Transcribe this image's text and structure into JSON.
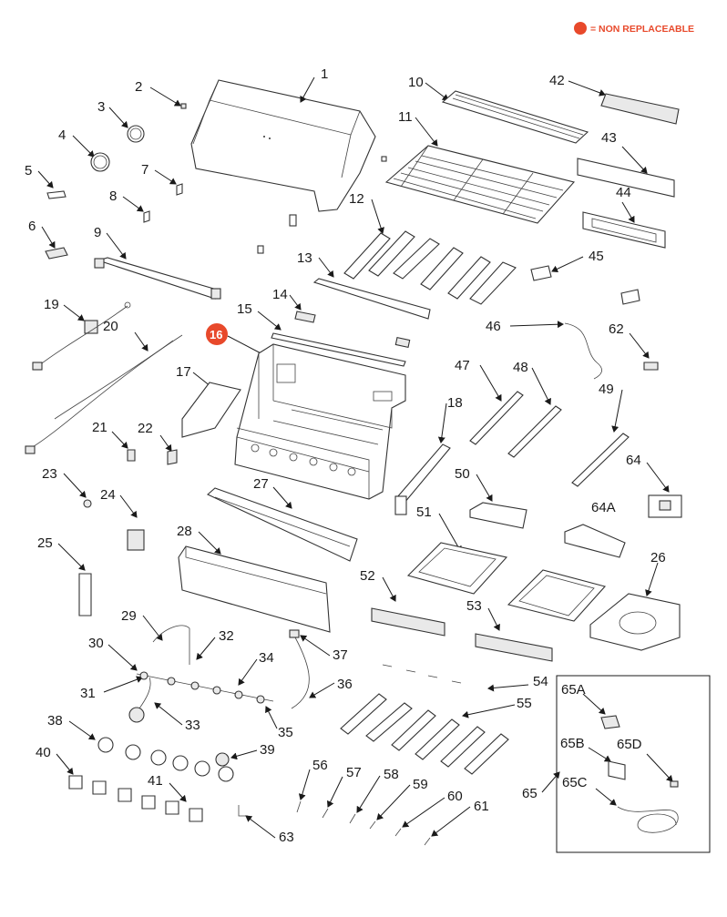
{
  "legend": {
    "text": "= NON REPLACEABLE",
    "color": "#e8492b"
  },
  "highlight": {
    "label": "16",
    "color": "#e8492b"
  },
  "labels": {
    "l1": "1",
    "l2": "2",
    "l3": "3",
    "l4": "4",
    "l5": "5",
    "l6": "6",
    "l7": "7",
    "l8": "8",
    "l9": "9",
    "l10": "10",
    "l11": "11",
    "l12": "12",
    "l13": "13",
    "l14": "14",
    "l15": "15",
    "l17": "17",
    "l18": "18",
    "l19": "19",
    "l20": "20",
    "l21": "21",
    "l22": "22",
    "l23": "23",
    "l24": "24",
    "l25": "25",
    "l26": "26",
    "l27": "27",
    "l28": "28",
    "l29": "29",
    "l30": "30",
    "l31": "31",
    "l32": "32",
    "l33": "33",
    "l34": "34",
    "l35": "35",
    "l36": "36",
    "l37": "37",
    "l38": "38",
    "l39": "39",
    "l40": "40",
    "l41": "41",
    "l42": "42",
    "l43": "43",
    "l44": "44",
    "l45": "45",
    "l46": "46",
    "l47": "47",
    "l48": "48",
    "l49": "49",
    "l50": "50",
    "l51": "51",
    "l52": "52",
    "l53": "53",
    "l54": "54",
    "l55": "55",
    "l56": "56",
    "l57": "57",
    "l58": "58",
    "l59": "59",
    "l60": "60",
    "l61": "61",
    "l62": "62",
    "l63": "63",
    "l64": "64",
    "l64A": "64A",
    "l65": "65",
    "l65A": "65A",
    "l65B": "65B",
    "l65C": "65C",
    "l65D": "65D"
  }
}
